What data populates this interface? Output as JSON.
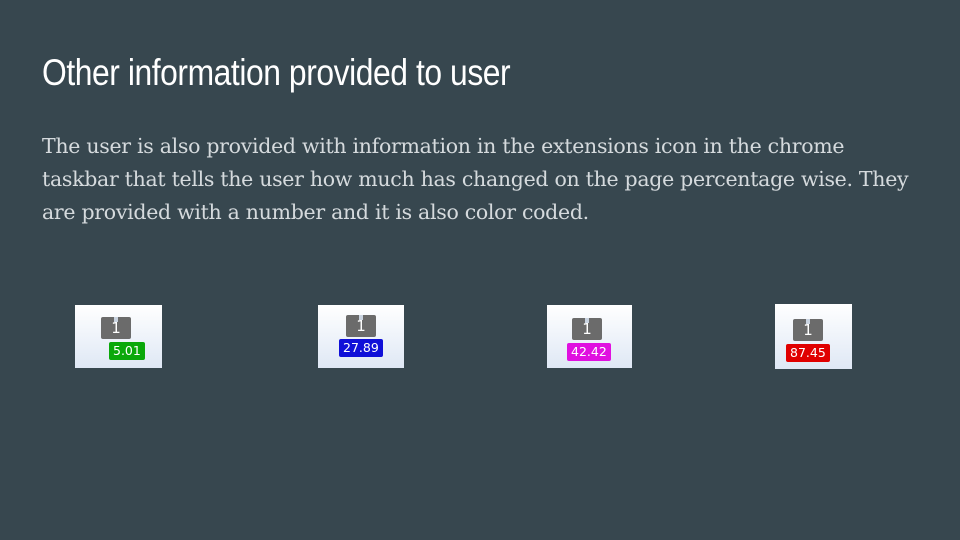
{
  "slide": {
    "title": "Other information provided to user",
    "body": "The user is also provided with information in the extensions icon in the chrome taskbar that tells the user how much has changed on the page percentage wise. They are provided with a number and it is also color coded."
  },
  "extension_icons": [
    {
      "icon": "puzzle-extension-icon",
      "number": "1",
      "badge": "5.01",
      "badge_color": "#0aa80a"
    },
    {
      "icon": "puzzle-extension-icon",
      "number": "1",
      "badge": "27.89",
      "badge_color": "#1010d8"
    },
    {
      "icon": "puzzle-extension-icon",
      "number": "1",
      "badge": "42.42",
      "badge_color": "#e010e0"
    },
    {
      "icon": "puzzle-extension-icon",
      "number": "1",
      "badge": "87.45",
      "badge_color": "#e00000"
    }
  ]
}
